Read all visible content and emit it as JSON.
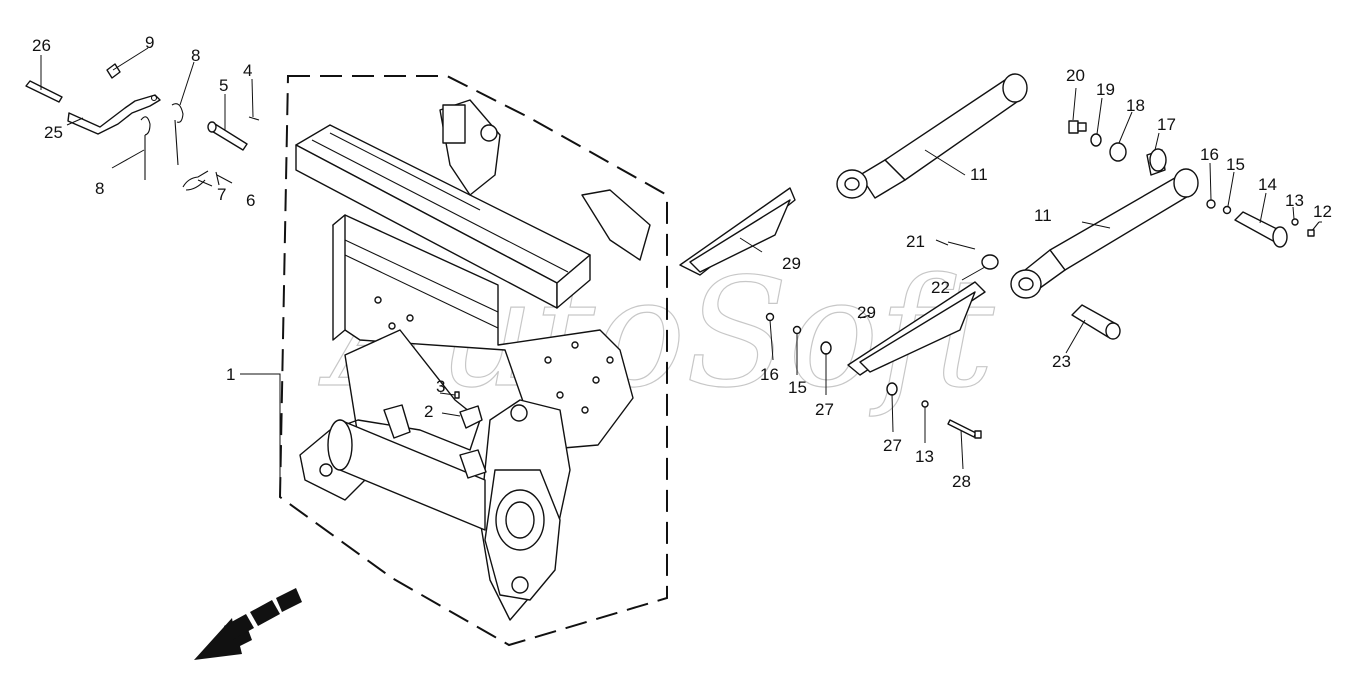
{
  "watermark": "AutoSoft",
  "labels": {
    "l1": "1",
    "l2": "2",
    "l3": "3",
    "l4": "4",
    "l5": "5",
    "l6": "6",
    "l7": "7",
    "l8a": "8",
    "l8b": "8",
    "l9": "9",
    "l11a": "11",
    "l11b": "11",
    "l12": "12",
    "l13a": "13",
    "l13b": "13",
    "l14": "14",
    "l15a": "15",
    "l15b": "15",
    "l16a": "16",
    "l16b": "16",
    "l17": "17",
    "l18": "18",
    "l19": "19",
    "l20": "20",
    "l21": "21",
    "l22": "22",
    "l23": "23",
    "l25": "25",
    "l26": "26",
    "l27a": "27",
    "l27b": "27",
    "l28": "28",
    "l29a": "29",
    "l29b": "29"
  }
}
